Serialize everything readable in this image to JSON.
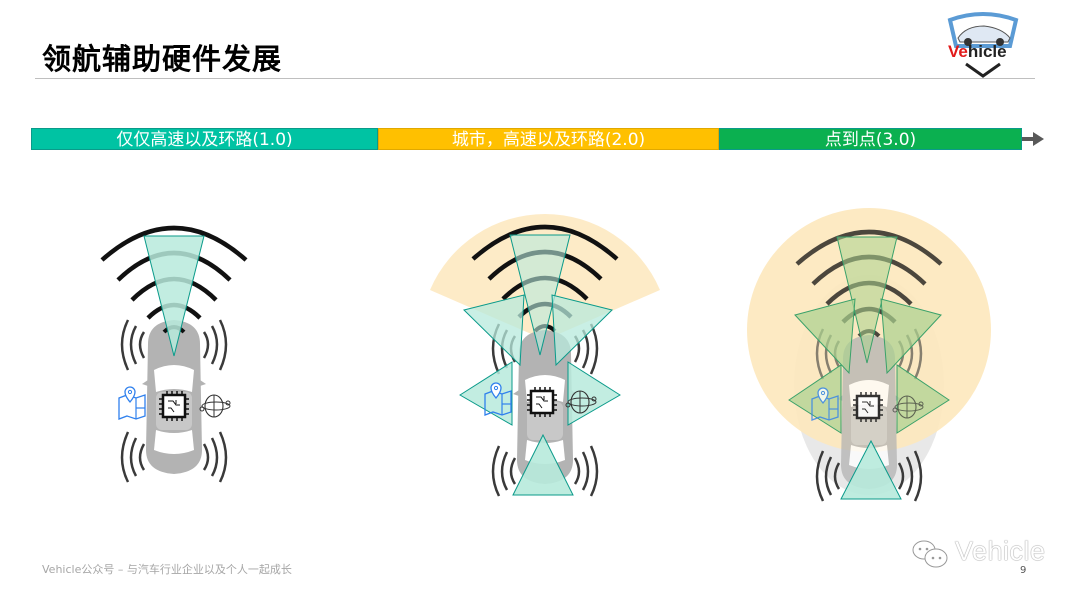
{
  "header": {
    "title": "领航辅助硬件发展",
    "logo_text_red": "Ve",
    "logo_text_dark": "hicle"
  },
  "timeline": {
    "segments": [
      {
        "label": "仅仅高速以及环路(1.0)",
        "color": "#00c3a3"
      },
      {
        "label": "城市，高速以及环路(2.0)",
        "color": "#ffc000"
      },
      {
        "label": "点到点(3.0)",
        "color": "#0bb050"
      }
    ],
    "arrow_icon": "arrow-right-icon"
  },
  "diagrams": [
    {
      "stage": "1.0",
      "icons": [
        "map-icon",
        "chip-icon",
        "globe-satellite-icon"
      ],
      "sensors": [
        "front-long-range-radar",
        "front-camera-cone",
        "ultrasonic-front",
        "ultrasonic-rear"
      ]
    },
    {
      "stage": "2.0",
      "icons": [
        "map-icon",
        "chip-icon",
        "globe-satellite-icon"
      ],
      "sensors": [
        "front-wide-sector",
        "front-camera-cone",
        "corner-cones",
        "side-cones",
        "rear-cone",
        "ultrasonic"
      ]
    },
    {
      "stage": "3.0",
      "icons": [
        "map-icon",
        "chip-icon",
        "globe-satellite-icon"
      ],
      "sensors": [
        "360-surround-circle",
        "front-camera-cone",
        "corner-cones",
        "side-cones",
        "rear-cone",
        "ultrasonic"
      ]
    }
  ],
  "footer": {
    "text": "Vehicle公众号 – 与汽车行业企业以及个人一起成长",
    "watermark": "Vehicle",
    "page_number": "9"
  }
}
